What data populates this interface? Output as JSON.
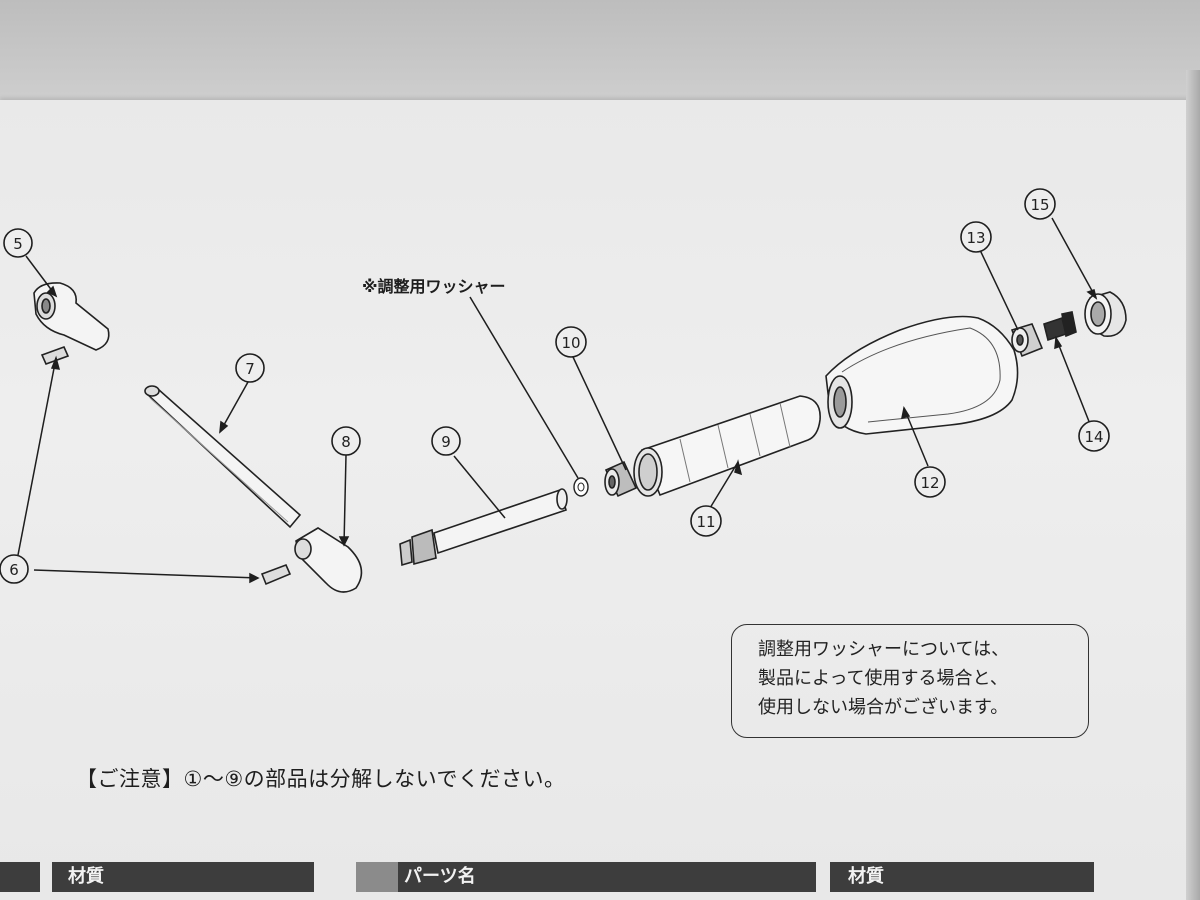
{
  "callouts": {
    "c5": "5",
    "c6": "6",
    "c7": "7",
    "c8": "8",
    "c9": "9",
    "c10": "10",
    "c11": "11",
    "c12": "12",
    "c13": "13",
    "c14": "14",
    "c15": "15"
  },
  "labels": {
    "washer": "※調整用ワッシャー"
  },
  "note": {
    "line1": "調整用ワッシャーについては、",
    "line2": "製品によって使用する場合と、",
    "line3": "使用しない場合がございます。"
  },
  "caution": "【ご注意】①～⑨の部品は分解しないでください。",
  "table_header": {
    "material_left": "材質",
    "parts_name": "パーツ名",
    "material_right": "材質"
  }
}
